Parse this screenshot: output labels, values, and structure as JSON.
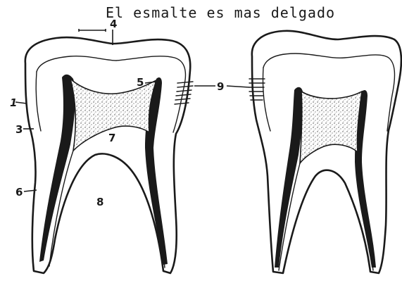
{
  "caption": "El esmalte es mas delgado",
  "labels": {
    "l1": "1",
    "l3": "3",
    "l4": "4",
    "l5": "5",
    "l6": "6",
    "l7": "7",
    "l8": "8",
    "l9": "9"
  }
}
